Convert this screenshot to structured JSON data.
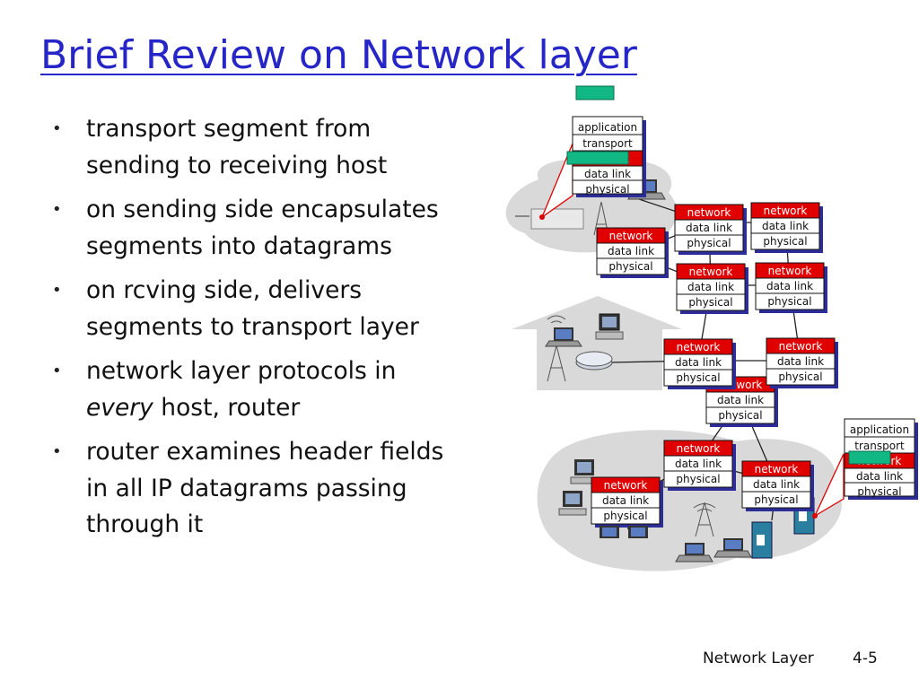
{
  "slide": {
    "title": "Brief Review on Network layer",
    "bullets": [
      {
        "text": "transport segment from sending to receiving host"
      },
      {
        "text": "on sending side encapsulates segments into datagrams"
      },
      {
        "text": "on rcving side, delivers segments to transport layer"
      },
      {
        "pre": "network layer protocols in ",
        "emph": "every",
        "post": " host, router"
      },
      {
        "text": "router examines header fields in all IP datagrams passing through it"
      }
    ],
    "footer": {
      "section": "Network Layer",
      "page": "4-5"
    }
  },
  "stack_labels": {
    "application": "application",
    "transport": "transport",
    "network": "network",
    "data_link": "data link",
    "physical": "physical"
  },
  "colors": {
    "title": "#2626c8",
    "network_layer": "#e00000",
    "datagram": "#12b884",
    "cloud": "#d9d9d9",
    "router_shadow": "#2d2d9a"
  }
}
